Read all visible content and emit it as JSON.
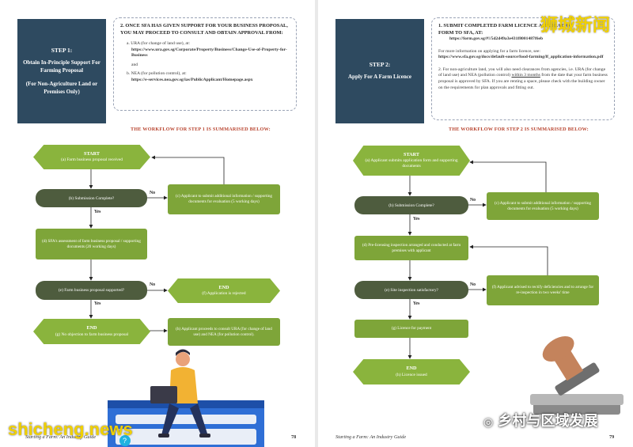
{
  "left": {
    "step_box": {
      "title": "STEP 1:",
      "line1": "Obtain In-Principle Support For Farming Proposal",
      "line2": "(For Non-Agriculture Land or Premises Only)"
    },
    "info": {
      "heading": "2.   ONCE SFA HAS GIVEN SUPPORT FOR YOUR BUSINESS PROPOSAL, YOU MAY PROCEED TO CONSULT AND OBTAIN APPROVAL FROM:",
      "a": "a.   URA (for change of land use), at:",
      "a_url": "https://www.ura.gov.sg/Corporate/Property/Business/Change-Use-of-Property-for-Business",
      "and": "and",
      "b": "b.   NEA (for pollution control), at:",
      "b_url": "https://e-services.nea.gov.sg/ias/PublicApplicant/Homepage.aspx"
    },
    "workflow_title": "THE WORKFLOW FOR STEP 1 IS SUMMARISED BELOW:",
    "flow": {
      "start_title": "START",
      "start_text": "(a) Farm business proposal received",
      "b": "(b) Submission Complete?",
      "c": "(c) Applicant to submit additional information / supporting documents for evaluation (5 working days)",
      "d": "(d) SFA's assessment of farm business proposal / supporting documents (20 working days)",
      "e": "(e) Farm business proposal supported?",
      "f_title": "END",
      "f_text": "(f) Application is rejected",
      "g_title": "END",
      "g_text": "(g) No objection to farm business proposal",
      "h": "(h) Applicant proceeds to consult URA (for change of land use) and NEA (for pollution control).",
      "no1": "No",
      "yes1": "Yes",
      "no2": "No",
      "yes2": "Yes"
    },
    "footer": "Starting a Farm: An Industry Guide",
    "page": "78"
  },
  "right": {
    "step_box": {
      "title": "STEP 2:",
      "line1": "Apply For A Farm Licence"
    },
    "info": {
      "heading": "1.   SUBMIT COMPLETED FARM LICENCE APPLICATION FORM TO SFA, AT:",
      "url1": "https://form.gov.sg/#!/5d2d49a3e431f8001487f6eb",
      "more": "For more information on applying for a farm licence, see:",
      "url2": "https://www.sfa.gov.sg/docs/default-source/food-farming/lf_application-information.pdf",
      "p2a": "2.   For non-agriculture land, you will also need clearances from agencies, i.e. URA (for change of land use) and NEA (pollution control)",
      "p2u": "within 3 months",
      "p2b": "from the date that your farm business proposal is approved by SFA. If you are renting a space, please check with the building owner on the requirements for plan approvals and fitting out."
    },
    "workflow_title": "THE WORKFLOW FOR STEP 2 IS SUMMARISED BELOW:",
    "flow": {
      "start_title": "START",
      "start_text": "(a) Applicant submits application form and supporting documents",
      "b": "(b) Submission Complete?",
      "c": "(c) Applicant to submit additional information / supporting documents for evaluation (5 working days)",
      "d": "(d) Pre-licensing inspection arranged and conducted at farm premises with applicant",
      "e": "(e) Site inspection satisfactory?",
      "f": "(f) Applicant advised to rectify deficiencies and to arrange for re-inspection in two weeks' time",
      "g": "(g) Licence for payment",
      "h_title": "END",
      "h_text": "(h) Licence issued",
      "no1": "No",
      "yes1": "Yes",
      "no2": "No",
      "yes2": "Yes"
    },
    "footer": "Starting a Farm: An Industry Guide",
    "page": "79"
  },
  "watermarks": {
    "top_right": "狮城新闻",
    "bottom_left": "shicheng.news",
    "bottom_right": "乡村与区域发展"
  },
  "colors": {
    "step_box": "#2e4a60",
    "hex_green": "#8ab43d",
    "pill_dark": "#4e5c3e",
    "box_green": "#7ea539",
    "title_red": "#b8442f"
  }
}
